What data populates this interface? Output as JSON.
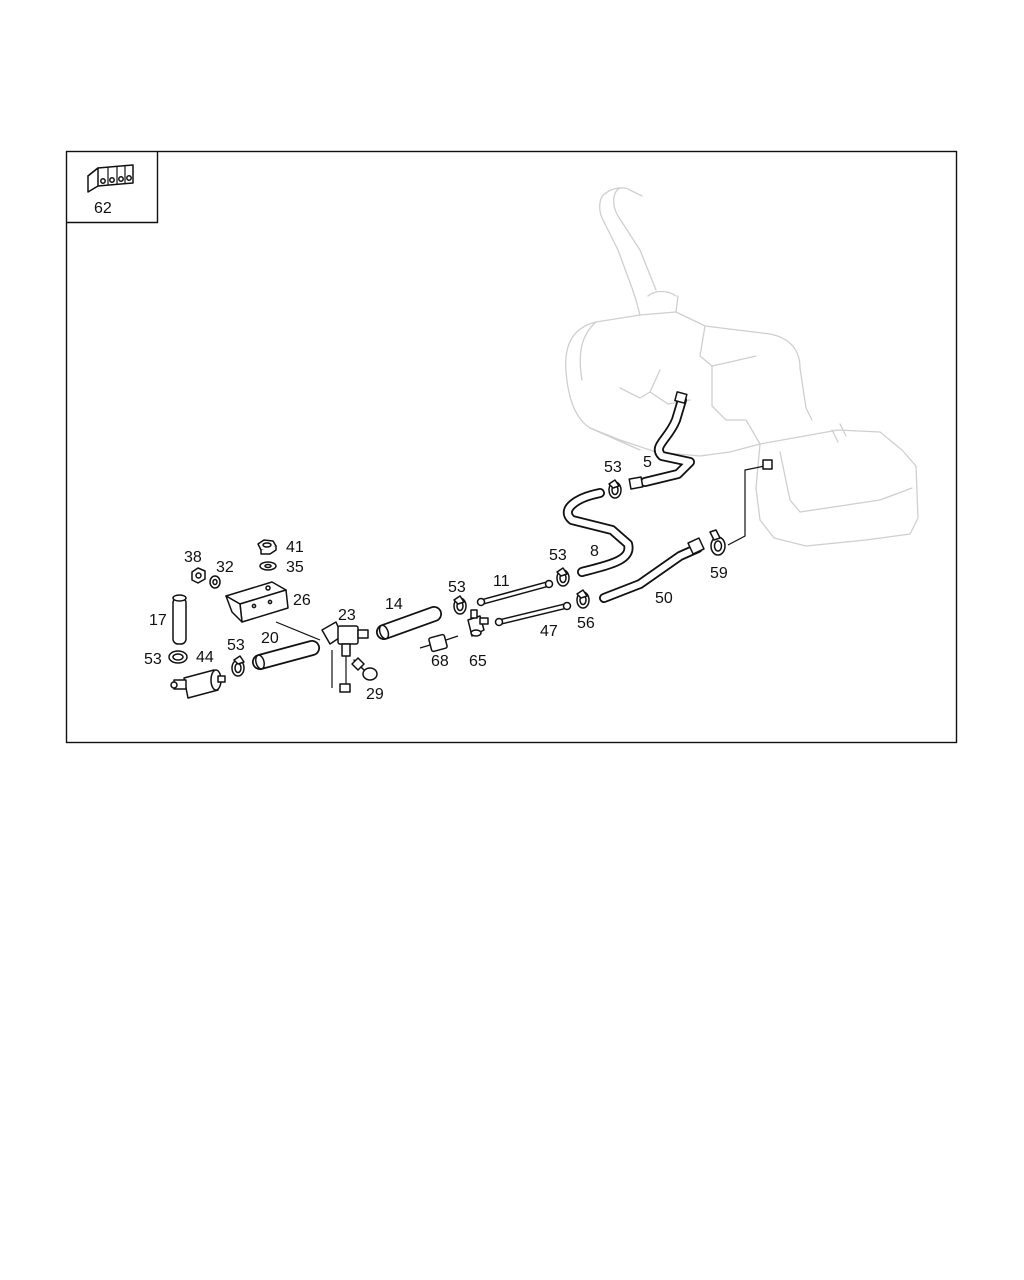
{
  "diagram": {
    "inset_label": "62",
    "callouts": {
      "p5": "5",
      "p8": "8",
      "p11": "11",
      "p14": "14",
      "p17": "17",
      "p20": "20",
      "p23": "23",
      "p26": "26",
      "p29": "29",
      "p32": "32",
      "p35": "35",
      "p38": "38",
      "p41": "41",
      "p44": "44",
      "p47": "47",
      "p50": "50",
      "p53a": "53",
      "p53b": "53",
      "p53c": "53",
      "p53d": "53",
      "p53e": "53",
      "p56": "56",
      "p59": "59",
      "p65": "65",
      "p68": "68"
    }
  }
}
